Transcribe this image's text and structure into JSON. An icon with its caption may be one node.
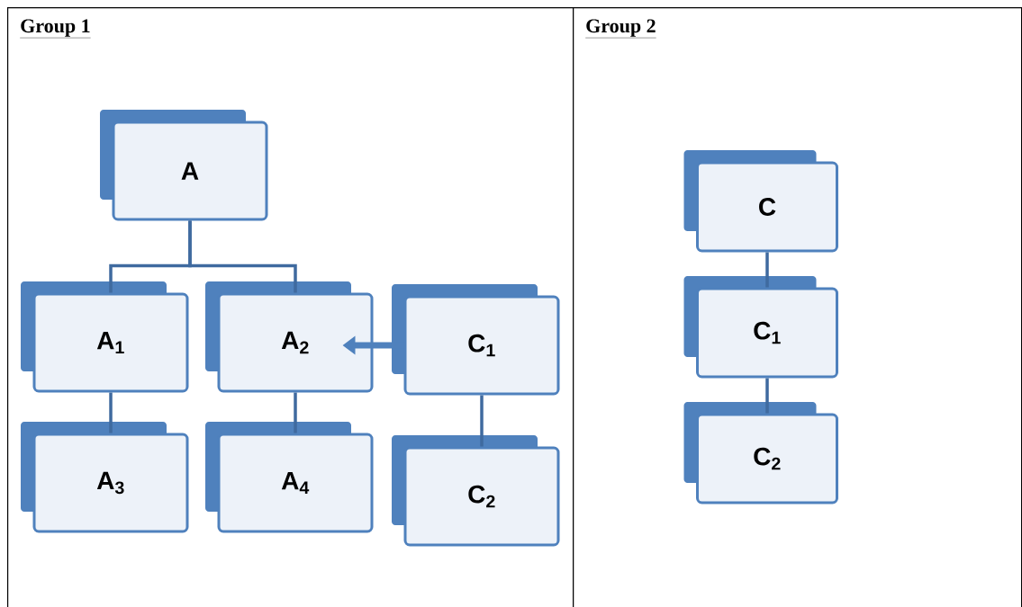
{
  "diagram": {
    "nodes": [
      {
        "text": [
          "Group 1"
        ]
      },
      {
        "text": [
          "A"
        ],
        "in": 0
      },
      {
        "text": [
          "A$_{1}$"
        ],
        "in": 0
      },
      {
        "text": [
          "A$_{2}$"
        ],
        "in": 0
      },
      {
        "text": [
          "C$_{1}$"
        ],
        "in": 0
      },
      {
        "text": [
          "A$_{3}$"
        ],
        "in": 0
      },
      {
        "text": [
          "A$_{4}$"
        ],
        "in": 0
      },
      {
        "text": [
          "C$_{2}$"
        ],
        "in": 0
      },
      {
        "text": [
          "Group 2"
        ]
      },
      {
        "text": [
          "C"
        ],
        "in": 8
      },
      {
        "text": [
          "C$_{1}$"
        ],
        "in": 8
      },
      {
        "text": [
          "C$_{2}$"
        ],
        "in": 8
      }
    ],
    "edges": [
      {
        "from": 1,
        "to": 2,
        "arrow": "none"
      },
      {
        "from": 1,
        "to": 3,
        "arrow": "none"
      },
      {
        "from": 2,
        "to": 5,
        "arrow": "none"
      },
      {
        "from": 3,
        "to": 6,
        "arrow": "none"
      },
      {
        "from": 4,
        "to": 3,
        "arrow": "to",
        "style": "thick"
      },
      {
        "from": 4,
        "to": 7,
        "arrow": "none"
      },
      {
        "from": 9,
        "to": 10,
        "arrow": "none"
      },
      {
        "from": 10,
        "to": 11,
        "arrow": "none"
      }
    ]
  }
}
